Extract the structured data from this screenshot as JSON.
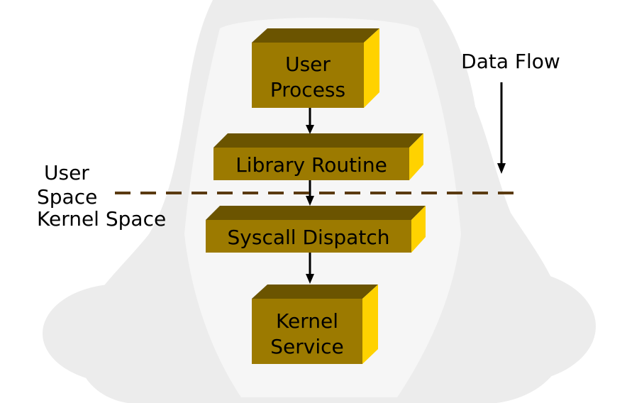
{
  "labels": {
    "data_flow": "Data Flow",
    "user_space_line1": "User",
    "user_space_line2": "Space",
    "kernel_space": "Kernel Space"
  },
  "boxes": {
    "user_process": {
      "line1": "User",
      "line2": "Process"
    },
    "library_routine": {
      "line1": "Library Routine"
    },
    "syscall_dispatch": {
      "line1": "Syscall Dispatch"
    },
    "kernel_service": {
      "line1": "Kernel",
      "line2": "Service"
    }
  },
  "colors": {
    "box_front": "#9c7a00",
    "box_top": "#6b5400",
    "box_side": "#ffd200",
    "divider": "#5a3a10",
    "arrow": "#000000",
    "watermark": "#ececec"
  }
}
